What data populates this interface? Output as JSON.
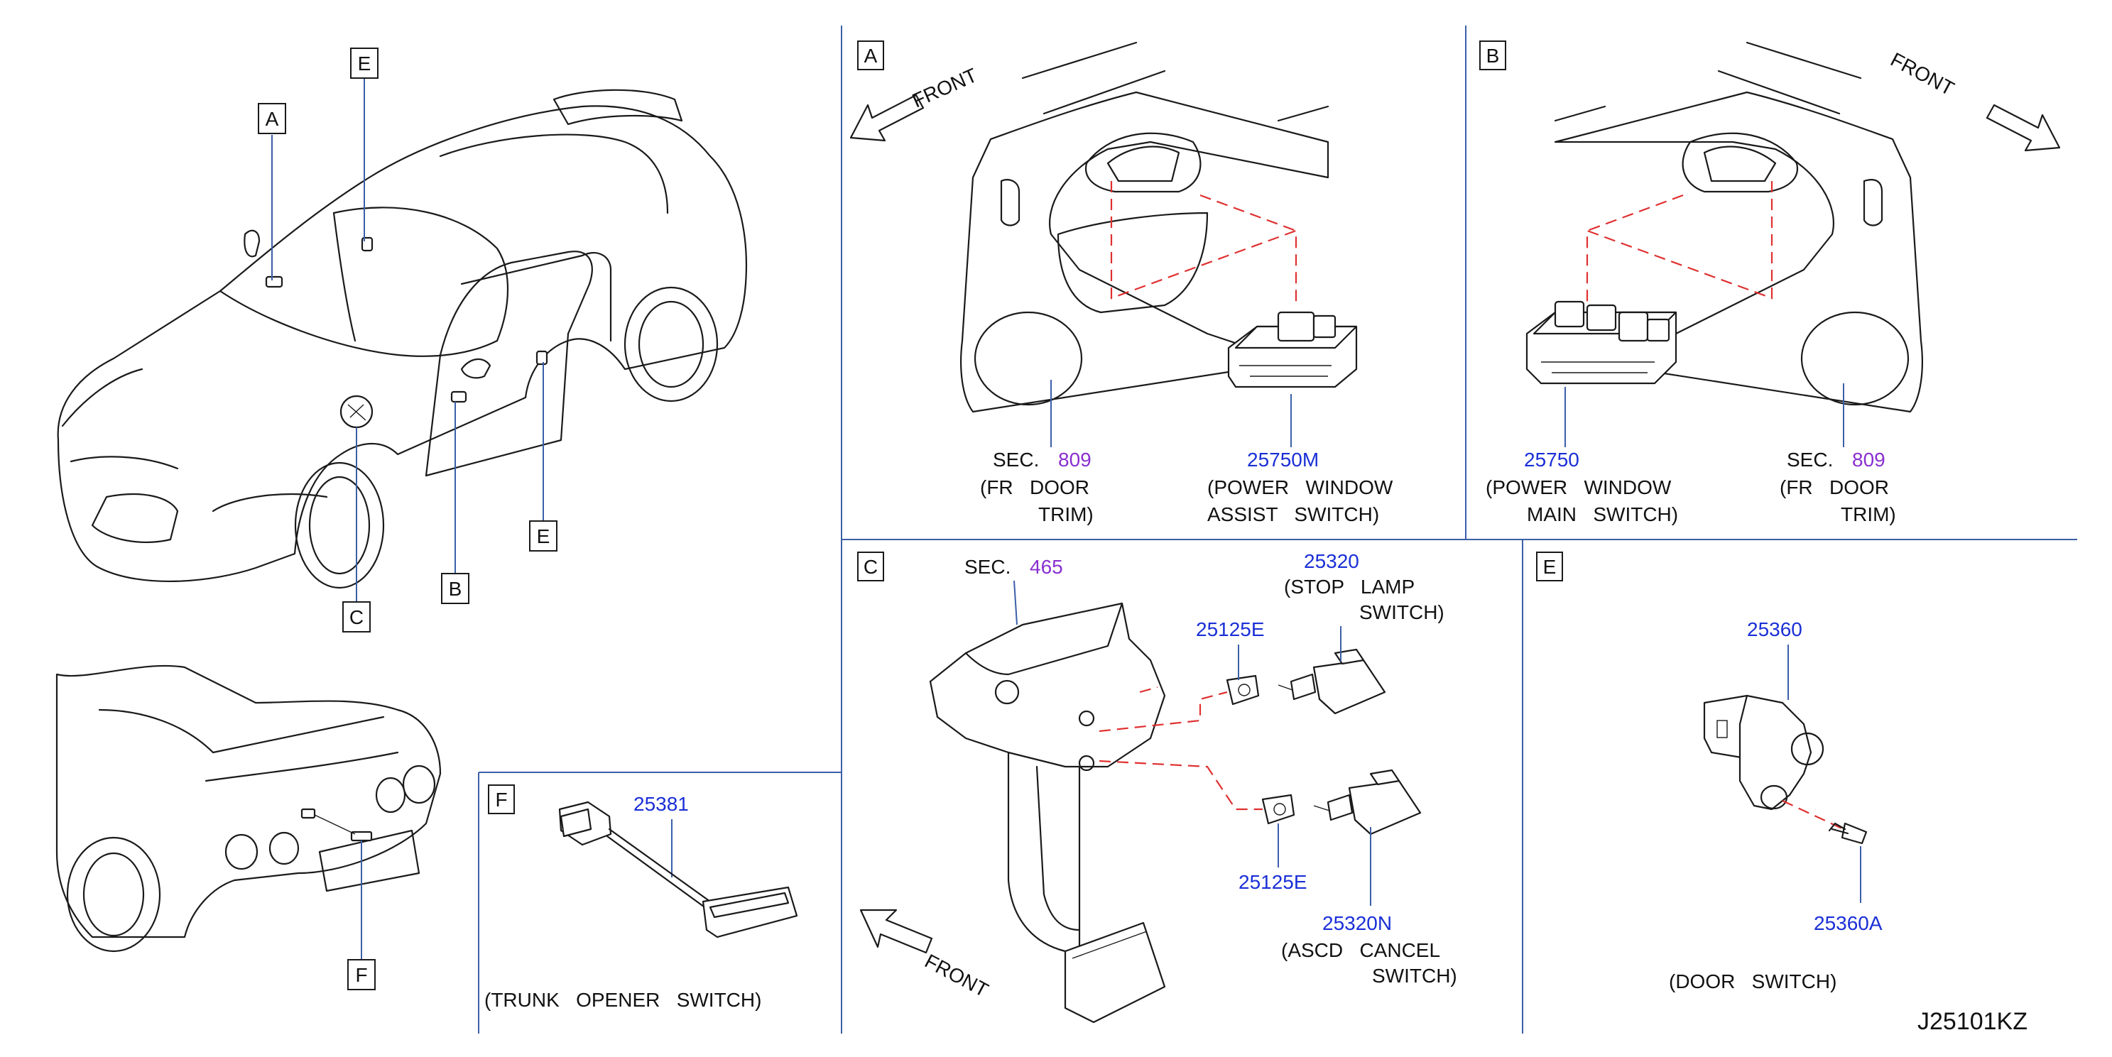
{
  "colors": {
    "divider": "#3b5fa8",
    "leader": "#3b5fa8",
    "part_number": "#1a2fd6",
    "section_number": "#8a2fd0",
    "dashed_line": "#e03030",
    "line": "#1a1a1a"
  },
  "overview": {
    "callouts": [
      "A",
      "E",
      "E",
      "B",
      "C",
      "F"
    ]
  },
  "panel_a": {
    "tag": "A",
    "front_label": "FRONT",
    "sec_prefix": "SEC.",
    "sec_number": "809",
    "trim_line1": "(FR   DOOR",
    "trim_line2": "TRIM)",
    "part_number": "25750M",
    "desc_line1": "(POWER   WINDOW",
    "desc_line2": "ASSIST   SWITCH)"
  },
  "panel_b": {
    "tag": "B",
    "front_label": "FRONT",
    "part_number": "25750",
    "desc_line1": "(POWER   WINDOW",
    "desc_line2": "MAIN   SWITCH)",
    "sec_prefix": "SEC.",
    "sec_number": "809",
    "trim_line1": "(FR   DOOR",
    "trim_line2": "TRIM)"
  },
  "panel_c": {
    "tag": "C",
    "sec_prefix": "SEC.",
    "sec_number": "465",
    "stop_part": "25320",
    "stop_line1": "(STOP   LAMP",
    "stop_line2": "SWITCH)",
    "clip_upper": "25125E",
    "clip_lower": "25125E",
    "ascd_part": "25320N",
    "ascd_line1": "(ASCD   CANCEL",
    "ascd_line2": "SWITCH)",
    "front_label": "FRONT"
  },
  "panel_e": {
    "tag": "E",
    "switch_part": "25360",
    "screw_part": "25360A",
    "desc": "(DOOR   SWITCH)"
  },
  "panel_f": {
    "tag": "F",
    "part_number": "25381",
    "desc": "(TRUNK   OPENER   SWITCH)"
  },
  "diagram_code": "J25101KZ"
}
